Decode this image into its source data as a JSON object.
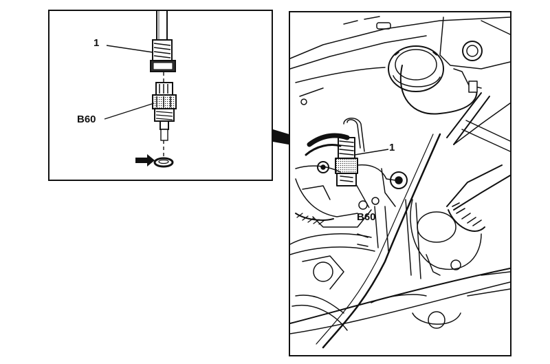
{
  "inset": {
    "callout_1": "1",
    "callout_b60": "B60"
  },
  "engine": {
    "callout_1": "1",
    "callout_b60": "B60"
  },
  "colors": {
    "ink": "#111111",
    "paper": "#ffffff"
  }
}
